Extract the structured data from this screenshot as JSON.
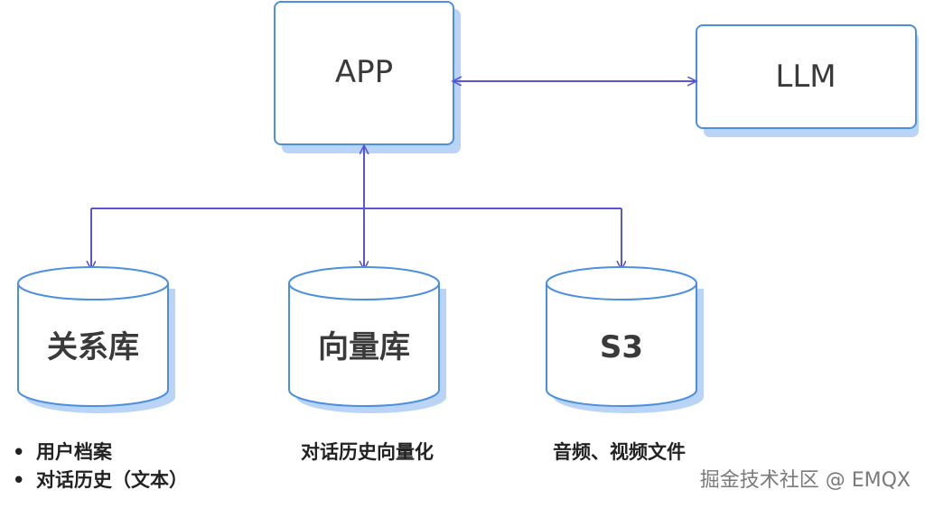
{
  "colors": {
    "box_border": "#4a8fe2",
    "box_shadow": "#b9d4f7",
    "arrow": "#5a55d6"
  },
  "nodes": {
    "app": "APP",
    "llm": "LLM",
    "relational_db": "关系库",
    "vector_db": "向量库",
    "s3": "S3"
  },
  "notes": {
    "relational": [
      "用户档案",
      "对话历史（文本）"
    ],
    "vector": "对话历史向量化",
    "s3": "音频、视频文件"
  },
  "watermark": "掘金技术社区 @ EMQX"
}
